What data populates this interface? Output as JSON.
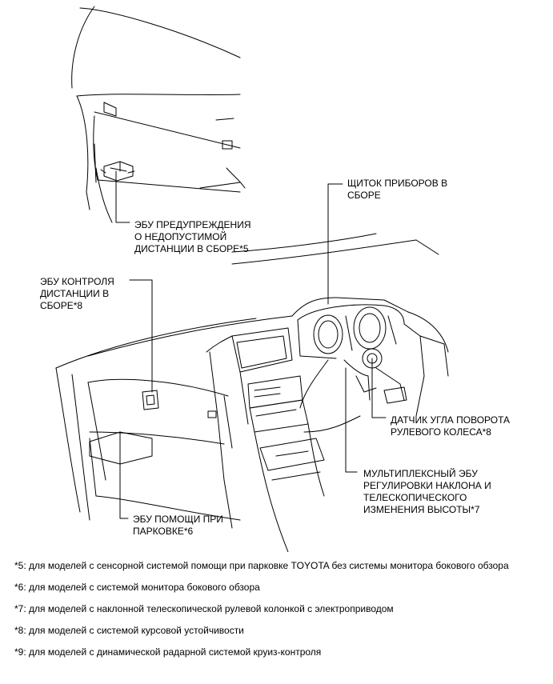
{
  "labels": {
    "proximity_ecu": [
      "ЭБУ ПРЕДУПРЕЖДЕНИЯ",
      "О НЕДОПУСТИМОЙ",
      "ДИСТАНЦИИ В СБОРЕ*5"
    ],
    "distance_control_ecu": [
      "ЭБУ КОНТРОЛЯ",
      "ДИСТАНЦИИ В",
      "СБОРЕ*8"
    ],
    "combination_meter": [
      "ЩИТОК ПРИБОРОВ В",
      "СБОРЕ"
    ],
    "steering_angle_sensor": [
      "ДАТЧИК УГЛА ПОВОРОТА",
      "РУЛЕВОГО КОЛЕСА*8"
    ],
    "multiplex_tilt_ecu": [
      "МУЛЬТИПЛЕКСНЫЙ ЭБУ",
      "РЕГУЛИРОВКИ НАКЛОНА И",
      "ТЕЛЕСКОПИЧЕСКОГО",
      "ИЗМЕНЕНИЯ ВЫСОТЫ*7"
    ],
    "parking_assist_ecu": [
      "ЭБУ ПОМОЩИ ПРИ",
      "ПАРКОВКЕ*6"
    ]
  },
  "notes": [
    "*5: для моделей с сенсорной системой помощи при парковке TOYOTA без системы монитора бокового обзора",
    "*6: для моделей с системой монитора бокового обзора",
    "*7: для моделей с наклонной телескопической рулевой колонкой с электроприводом",
    "*8: для моделей с системой курсовой устойчивости",
    "*9: для моделей с динамической радарной системой круиз-контроля"
  ]
}
